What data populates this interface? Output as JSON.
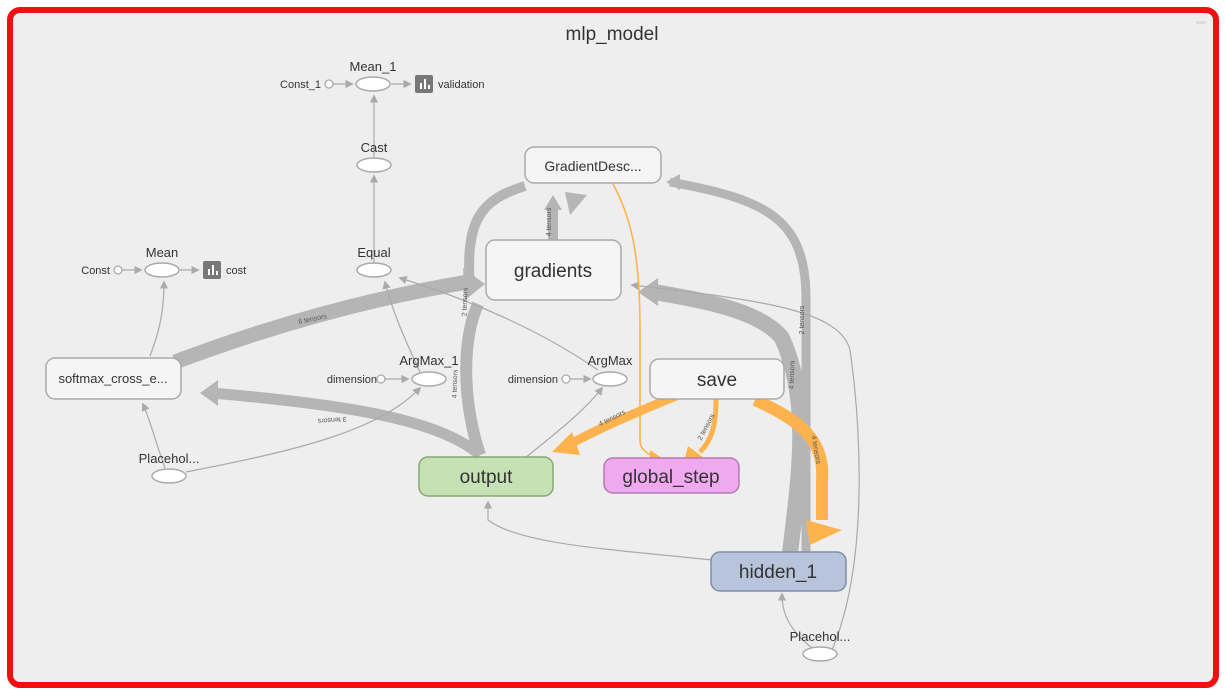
{
  "graph": {
    "title": "mlp_model",
    "nodes": {
      "gradient_descent": "GradientDesc...",
      "gradients": "gradients",
      "save": "save",
      "output": "output",
      "global_step": "global_step",
      "hidden_1": "hidden_1",
      "softmax_cross_entropy": "softmax_cross_e...",
      "mean_1": "Mean_1",
      "const_1": "Const_1",
      "validation": "validation",
      "cast": "Cast",
      "equal": "Equal",
      "mean": "Mean",
      "const": "Const",
      "cost": "cost",
      "argmax_1": "ArgMax_1",
      "argmax": "ArgMax",
      "dimension_1": "dimension",
      "dimension_2": "dimension",
      "placeholder_1": "Placehol...",
      "placeholder_2": "Placehol..."
    },
    "edge_labels": {
      "six_tensors": "6 tensors",
      "three_tensors": "3 tensors",
      "two_tensors_a": "2 tensors",
      "four_tensors_a": "4 tensors",
      "four_tensors_b": "4 tensors",
      "two_tensors_b": "2 tensors",
      "four_tensors_c": "4 tensors",
      "four_tensors_d": "4 tensors",
      "two_tensors_c": "2 tensors",
      "four_tensors_e": "4 tensors"
    },
    "colors": {
      "border": "#ee1111",
      "background": "#eeeeee",
      "output_fill": "#c6e2b5",
      "global_step_fill": "#f0a9ee",
      "hidden_fill": "#b8c4dc",
      "orange_edge": "#fdb34d",
      "gray_edge": "#b5b5b5"
    }
  }
}
